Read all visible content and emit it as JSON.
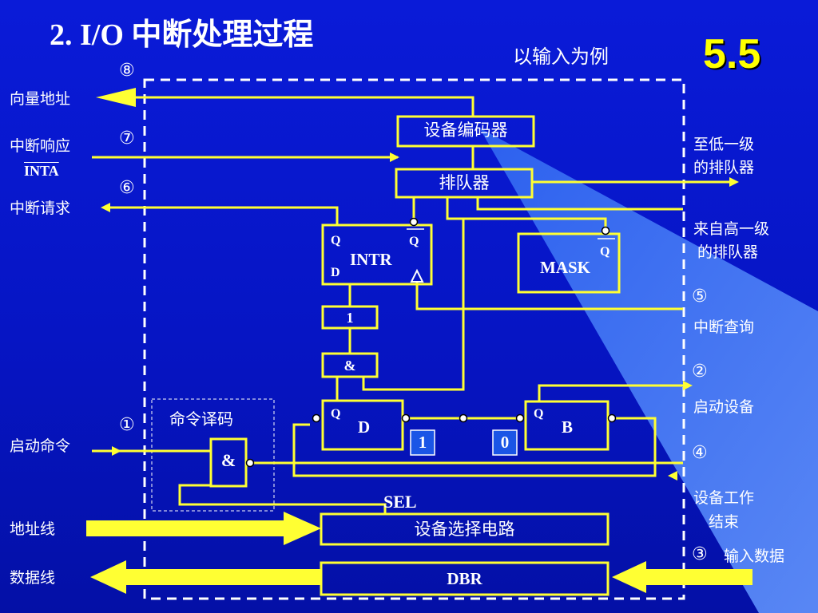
{
  "title": "2. I/O 中断处理过程",
  "subtitle": "以输入为例",
  "section": "5.5",
  "left_labels": {
    "vector_address": "向量地址",
    "int_response": "中断响应",
    "inta": "INTA",
    "int_request": "中断请求",
    "start_cmd": "启动命令",
    "addr_bus": "地址线",
    "data_bus": "数据线"
  },
  "right_labels": {
    "to_lower_1": "至低一级",
    "to_lower_2": "的排队器",
    "from_higher_1": "来自高一级",
    "from_higher_2": "的排队器",
    "int_query": "中断查询",
    "start_device": "启动设备",
    "device_done_1": "设备工作",
    "device_done_2": "结束",
    "input_data": "输入数据"
  },
  "steps": {
    "s1": "①",
    "s2": "②",
    "s3": "③",
    "s4": "④",
    "s5": "⑤",
    "s6": "⑥",
    "s7": "⑦",
    "s8": "⑧"
  },
  "blocks": {
    "encoder": "设备编码器",
    "queue": "排队器",
    "intr": "INTR",
    "intr_q": "Q",
    "intr_qbar": "Q",
    "intr_d": "D",
    "mask": "MASK",
    "mask_qbar": "Q",
    "or_gate": "1",
    "and_gate": "&",
    "d_ff": "D",
    "d_ff_q": "Q",
    "b_ff": "B",
    "b_ff_q": "Q",
    "cmd_decode": "命令译码",
    "decode_and": "&",
    "sel": "SEL",
    "select_circuit": "设备选择电路",
    "dbr": "DBR"
  },
  "flags": {
    "d_value": "1",
    "b_value": "0"
  },
  "colors": {
    "background": "#0615c4",
    "wire": "#ffff33",
    "title": "#ffffff",
    "section": "#ffff00",
    "flag_box": "#1a55e6"
  }
}
